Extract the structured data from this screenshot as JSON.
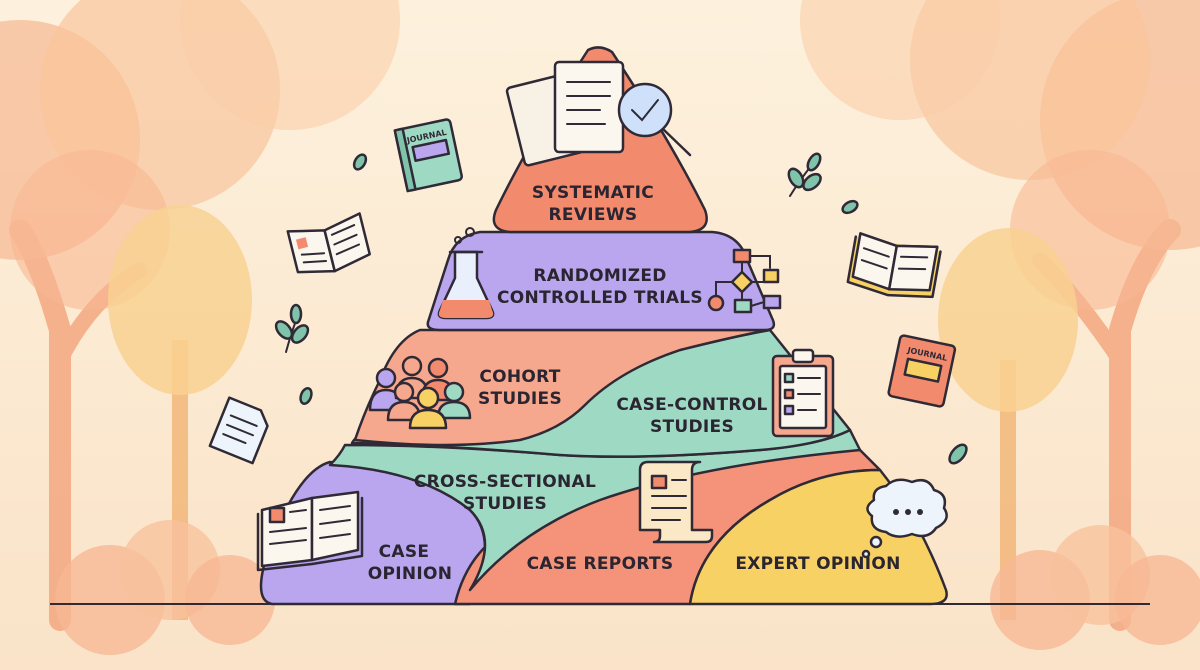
{
  "pyramid": {
    "tier1": {
      "line1": "SYSTEMATIC",
      "line2": "REVIEWS"
    },
    "tier2": {
      "line1": "RANDOMIZED",
      "line2": "CONTROLLED TRIALS"
    },
    "tier3_cohort": {
      "line1": "COHORT",
      "line2": "STUDIES"
    },
    "tier3_case_control": {
      "line1": "CASE-CONTROL",
      "line2": "STUDIES"
    },
    "tier4": {
      "line1": "CROSS-SECTIONAL",
      "line2": "STUDIES"
    },
    "base_case_opinion": {
      "line1": "CASE",
      "line2": "OPINION"
    },
    "base_case_reports": {
      "line1": "CASE REPORTS"
    },
    "base_expert_opinion": {
      "line1": "EXPERT OPINION"
    }
  },
  "decor": {
    "journal_label": "JOURNAL"
  },
  "colors": {
    "background": "#fbe9d2",
    "systematic_reviews": "#f28b6e",
    "rct": "#b9a6ee",
    "cohort": "#f6a88e",
    "case_control": "#9ed9c3",
    "cross_sectional": "#9ed9c3",
    "case_opinion": "#b9a6ee",
    "case_reports": "#f4937a",
    "expert_opinion": "#f8d164",
    "outline": "#2f2a36"
  }
}
